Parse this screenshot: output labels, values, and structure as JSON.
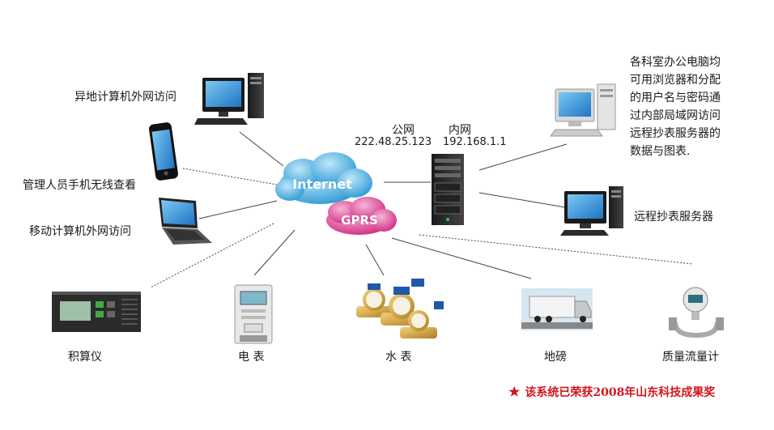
{
  "clients": {
    "remote_pc": "异地计算机外网访问",
    "mobile_phone": "管理人员手机无线查看",
    "laptop": "移动计算机外网访问"
  },
  "network": {
    "internet": "Internet",
    "gprs": "GPRS",
    "public_label": "公网",
    "public_ip": "222.48.25.123",
    "private_label": "内网",
    "private_ip": "192.168.1.1"
  },
  "office_description": [
    "各科室办公电脑均",
    "可用浏览器和分配",
    "的用户名与密码通",
    "过内部局域网访问",
    "远程抄表服务器的",
    "数据与图表."
  ],
  "server_label": "远程抄表服务器",
  "devices": {
    "integrator": "积算仪",
    "electric_meter": "电 表",
    "water_meter": "水 表",
    "weighbridge": "地磅",
    "mass_flowmeter": "质量流量计"
  },
  "award": "该系统已荣获2008年山东科技成果奖",
  "colors": {
    "award_red": "#d4141c",
    "cloud_blue": "#3aa6d9",
    "cloud_pink": "#d93b8c",
    "screen_blue": "#2b8fd6"
  }
}
